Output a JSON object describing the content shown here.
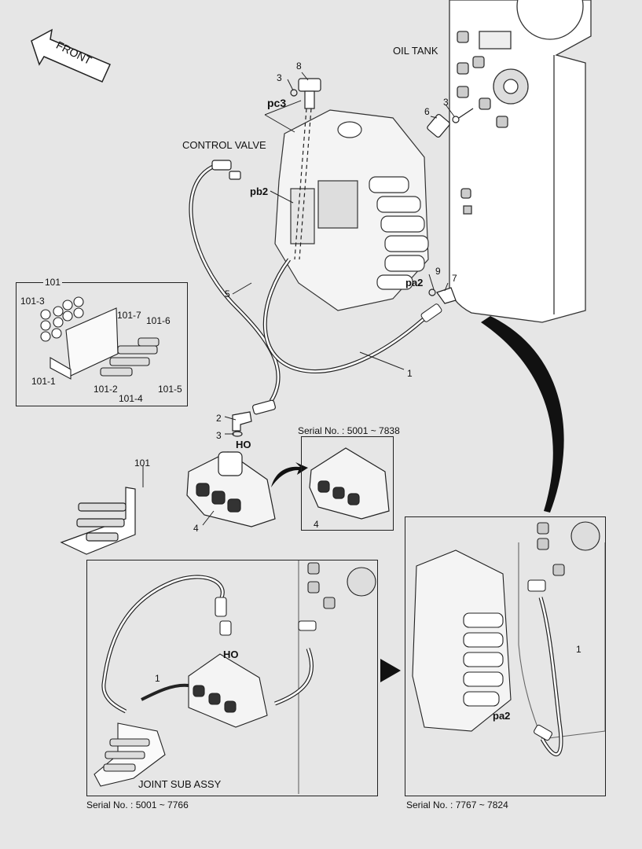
{
  "front": "FRONT",
  "oil_tank": "OIL TANK",
  "control_valve": "CONTROL VALVE",
  "ports": {
    "pc3": "pc3",
    "pb2": "pb2",
    "pa2": "pa2",
    "ho": "HO"
  },
  "callouts": {
    "n1": "1",
    "n2": "2",
    "n3": "3",
    "n4": "4",
    "n5": "5",
    "n6": "6",
    "n7": "7",
    "n8": "8",
    "n9": "9",
    "n101": "101"
  },
  "inset_101": {
    "title": "101",
    "p1": "101-1",
    "p2": "101-2",
    "p3": "101-3",
    "p4": "101-4",
    "p5": "101-5",
    "p6": "101-6",
    "p7": "101-7"
  },
  "serial_inset": {
    "text": "Serial No. : 5001 ~ 7838",
    "part": "4"
  },
  "joint_sub_assy": "JOINT SUB ASSY",
  "bottom_left_serial": "Serial No. : 5001 ~ 7766",
  "bottom_right_serial": "Serial No. : 7767 ~ 7824",
  "detail_right": {
    "hose": "1",
    "port": "pa2"
  },
  "detail_left": {
    "hose": "1",
    "port": "HO"
  }
}
